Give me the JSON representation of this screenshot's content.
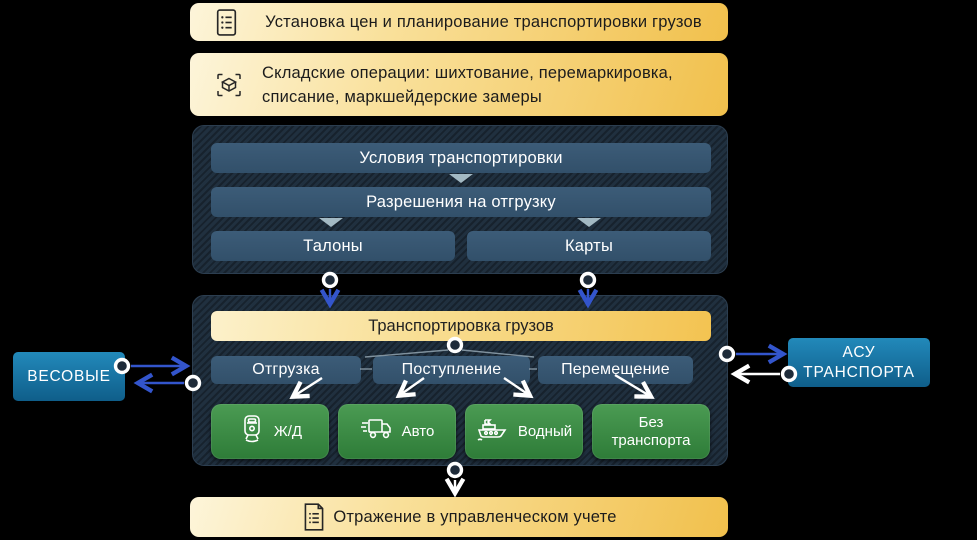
{
  "colors": {
    "background": "#000000",
    "gold_light": "#fdf5da",
    "gold": "#f1c04c",
    "panel_bg": "#1b2834",
    "bar_slate": "#35536d",
    "green": "#3a8a44",
    "blue_box": "#1778aa",
    "arrow_blue": "#3355cc",
    "arrow_white": "#ffffff",
    "triangle_gray": "#a3b9c3"
  },
  "banners": {
    "pricing": {
      "icon": "checklist-icon",
      "label": "Установка цен и планирование транспортировки грузов"
    },
    "warehouse": {
      "icon": "package-scan-icon",
      "lines": [
        "Складские операции: шихтование, перемаркировка,",
        "списание, маркшейдерские замеры"
      ]
    },
    "accounting": {
      "icon": "document-icon",
      "label": "Отражение в управленческом учете"
    }
  },
  "panel_permissions": {
    "bars": [
      "Условия транспортировки",
      "Разрешения на отгрузку"
    ],
    "sub_bars": [
      "Талоны",
      "Карты"
    ]
  },
  "panel_transport": {
    "header": "Транспортировка грузов",
    "operations": [
      "Отгрузка",
      "Поступление",
      "Перемещение"
    ],
    "modes": [
      {
        "icon": "train-icon",
        "label": "Ж/Д"
      },
      {
        "icon": "truck-icon",
        "label": "Авто"
      },
      {
        "icon": "ship-icon",
        "label": "Водный"
      },
      {
        "icon": null,
        "label": "Без транспорта"
      }
    ]
  },
  "side_boxes": {
    "left": {
      "label": "ВЕСОВЫЕ"
    },
    "right": {
      "lines": [
        "АСУ",
        "ТРАНСПОРТА"
      ]
    }
  },
  "connectors": [
    {
      "from": "Талоны",
      "to": "Транспортировка грузов",
      "color": "blue"
    },
    {
      "from": "Карты",
      "to": "Транспортировка грузов",
      "color": "blue"
    },
    {
      "from": "ВЕСОВЫЕ",
      "to": "Отгрузка",
      "color": "blue"
    },
    {
      "from": "Отгрузка",
      "to": "ВЕСОВЫЕ",
      "color": "blue"
    },
    {
      "from": "Перемещение",
      "to": "АСУ ТРАНСПОРТА",
      "color": "blue"
    },
    {
      "from": "АСУ ТРАНСПОРТА",
      "to": "Перемещение",
      "color": "white"
    },
    {
      "from": "Транспортировка грузов",
      "to": "Отражение в управленческом учете",
      "color": "white"
    }
  ]
}
